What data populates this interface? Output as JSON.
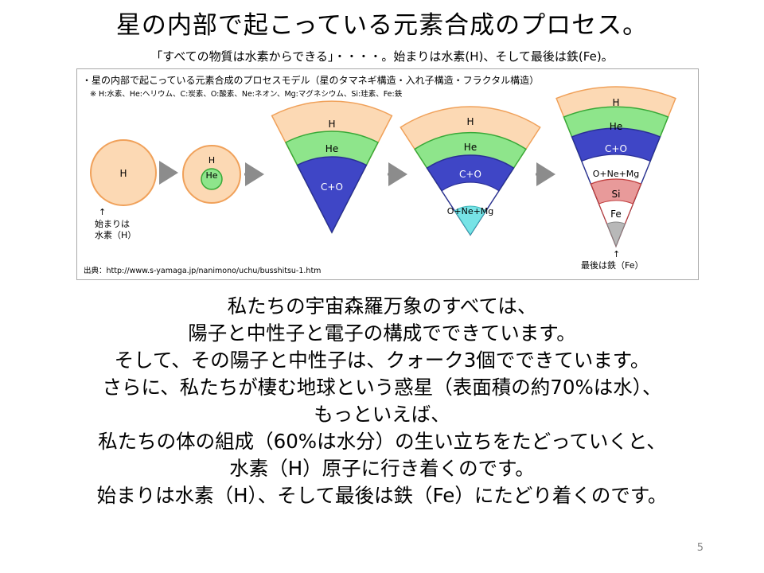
{
  "slide": {
    "title": "星の内部で起こっている元素合成のプロセス。",
    "subtitle": "「すべての物質は水素からできる」・・・・。始まりは水素(H)、そして最後は鉄(Fe)。",
    "page_number": "5"
  },
  "figure": {
    "heading": "・星の内部で起こっている元素合成のプロセスモデル（星のタマネギ構造・入れ子構造・フラクタル構造）",
    "legend": "※ H:水素、He:ヘリウム、C:炭素、O:酸素、Ne:ネオン、Mg:マグネシウム、Si:珪素、Fe:鉄",
    "source": "出典：http://www.s-yamaga.jp/nanimono/uchu/busshitsu-1.htm",
    "start_note": [
      "↑",
      "始まりは",
      "水素（H）"
    ],
    "end_note": [
      "↑",
      "最後は鉄（Fe）"
    ],
    "stage1": {
      "h": "H"
    },
    "stage2": {
      "h": "H",
      "he": "He"
    },
    "stage3": {
      "h": "H",
      "he": "He",
      "co": "C+O"
    },
    "stage4": {
      "h": "H",
      "he": "He",
      "co": "C+O",
      "onemg": "O+Ne+Mg"
    },
    "stage5": {
      "h": "H",
      "he": "He",
      "co": "C+O",
      "onemg": "O+Ne+Mg",
      "si": "Si",
      "fe": "Fe"
    },
    "colors": {
      "hydrogen": "#fcd9b4",
      "helium": "#8ee58b",
      "carbon_oxygen": "#3f46c6",
      "o_ne_mg": "#ffffff",
      "silicon": "#e89a9a",
      "iron": "#b8b8b8",
      "core": "#77e3e6",
      "arrow": "#8c8c8c"
    }
  },
  "body": {
    "lines": [
      "私たちの宇宙森羅万象のすべては、",
      "陽子と中性子と電子の構成でできています。",
      "そして、その陽子と中性子は、クォーク3個でできています。",
      "さらに、私たちが棲む地球という惑星（表面積の約70%は水）、",
      "もっといえば、",
      "私たちの体の組成（60%は水分）の生い立ちをたどっていくと、",
      "水素（H）原子に行き着くのです。",
      "始まりは水素（H）、そして最後は鉄（Fe）にたどり着くのです。"
    ]
  }
}
